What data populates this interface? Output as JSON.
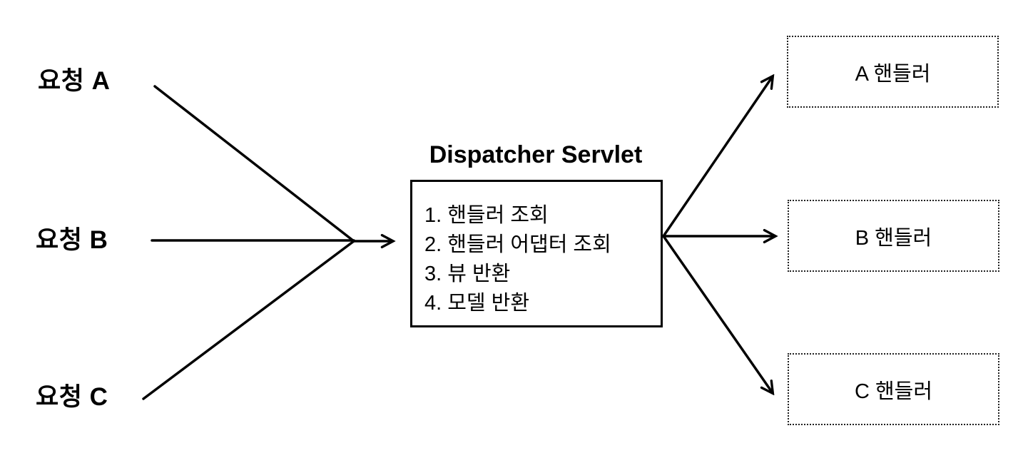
{
  "diagram": {
    "background_color": "#ffffff",
    "line_color": "#000000",
    "requests": [
      {
        "id": "A",
        "label": "요청 A"
      },
      {
        "id": "B",
        "label": "요청 B"
      },
      {
        "id": "C",
        "label": "요청 C"
      }
    ],
    "dispatcher": {
      "title": "Dispatcher Servlet",
      "steps": [
        "1. 핸들러 조회",
        "2. 핸들러 어댑터 조회",
        "3. 뷰 반환",
        "4. 모델 반환"
      ]
    },
    "handlers": [
      {
        "id": "A",
        "label": "A 핸들러"
      },
      {
        "id": "B",
        "label": "B 핸들러"
      },
      {
        "id": "C",
        "label": "C 핸들러"
      }
    ]
  }
}
